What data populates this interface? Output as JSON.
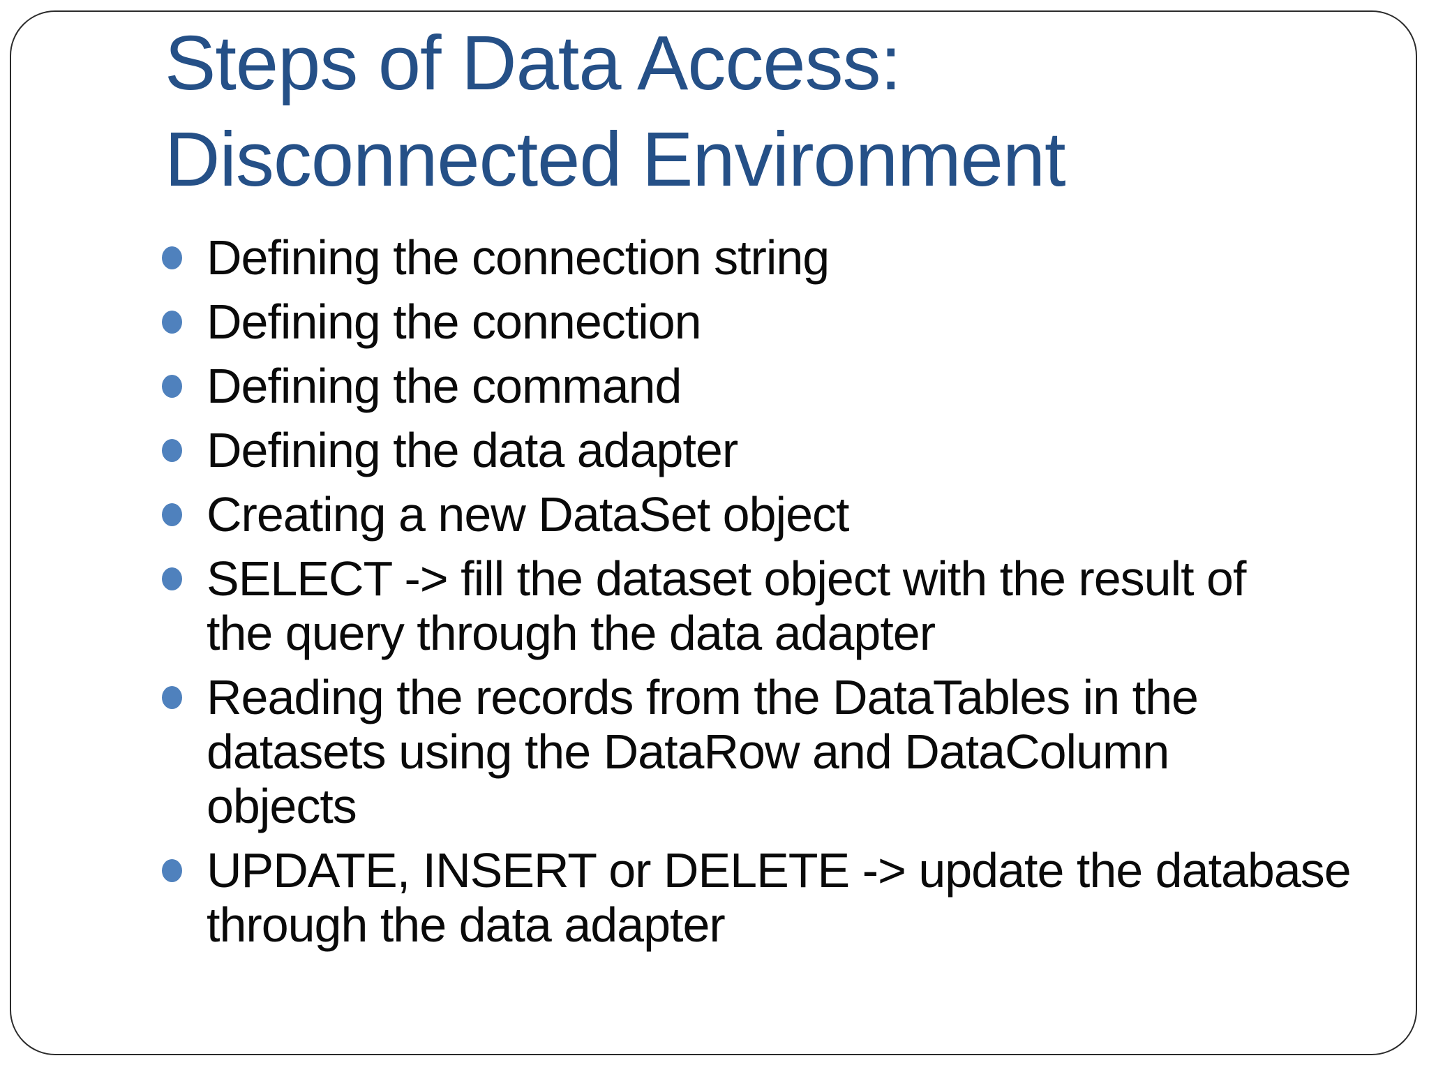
{
  "slide": {
    "title": {
      "lines": [
        "Steps of Data Access:",
        "Disconnected Environment"
      ]
    },
    "bullets": [
      {
        "lines": [
          "Defining the connection string"
        ]
      },
      {
        "lines": [
          "Defining the connection"
        ]
      },
      {
        "lines": [
          "Defining the command"
        ]
      },
      {
        "lines": [
          "Defining the data adapter"
        ]
      },
      {
        "lines": [
          "Creating a new DataSet object"
        ]
      },
      {
        "lines": [
          "SELECT -> fill the dataset object with the result of",
          "the query through the data adapter"
        ]
      },
      {
        "lines": [
          "Reading the records from the DataTables in the",
          "datasets using the DataRow and DataColumn",
          "objects"
        ]
      },
      {
        "lines": [
          "UPDATE, INSERT or DELETE -> update the database",
          "through the data adapter"
        ]
      }
    ],
    "colors": {
      "title": "#255087",
      "body_text": "#0a0a0a",
      "bullet_dot": "#4f81bd",
      "border": "#2b2b2b",
      "background": "#ffffff"
    }
  }
}
